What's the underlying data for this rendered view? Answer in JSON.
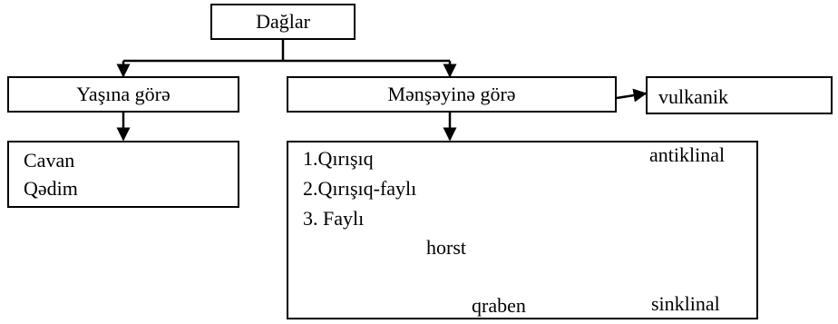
{
  "root": {
    "label": "Dağlar"
  },
  "by_age": {
    "label": "Yaşına görə",
    "items": [
      "Cavan",
      "Qədim"
    ]
  },
  "by_origin": {
    "label": "Mənşəyinə görə",
    "side": "vulkanik",
    "items": [
      "1.Qırışıq",
      "2.Qırışıq-faylı",
      "3. Faylı"
    ],
    "fault_labels": {
      "horst": "horst",
      "graben": "qraben"
    },
    "fold_labels": {
      "anticline": "antiklinal",
      "syncline": "sinklinal"
    }
  }
}
